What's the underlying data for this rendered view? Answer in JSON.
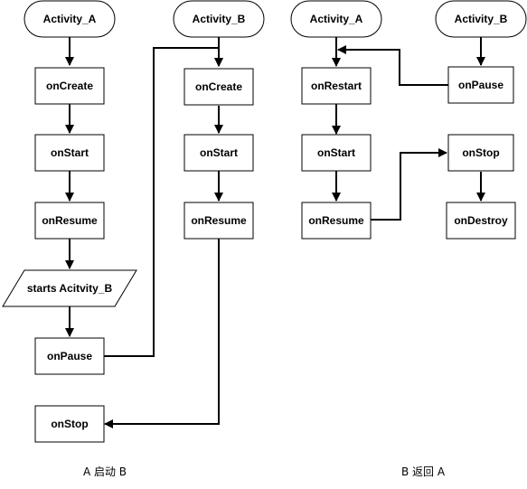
{
  "left_flow": {
    "start_label": "Activity_A",
    "steps": [
      "onCreate",
      "onStart",
      "onResume"
    ],
    "action_label": "starts Acitvity_B",
    "pause_label": "onPause",
    "stop_label": "onStop",
    "caption": "A 启动 B"
  },
  "launched_flow": {
    "start_label": "Activity_B",
    "steps": [
      "onCreate",
      "onStart",
      "onResume"
    ]
  },
  "return_flow": {
    "a_start_label": "Activity_A",
    "a_steps": [
      "onRestart",
      "onStart",
      "onResume"
    ],
    "b_start_label": "Activity_B",
    "b_pause_label": "onPause",
    "b_stop_label": "onStop",
    "b_destroy_label": "onDestroy",
    "caption": "B 返回 A"
  }
}
